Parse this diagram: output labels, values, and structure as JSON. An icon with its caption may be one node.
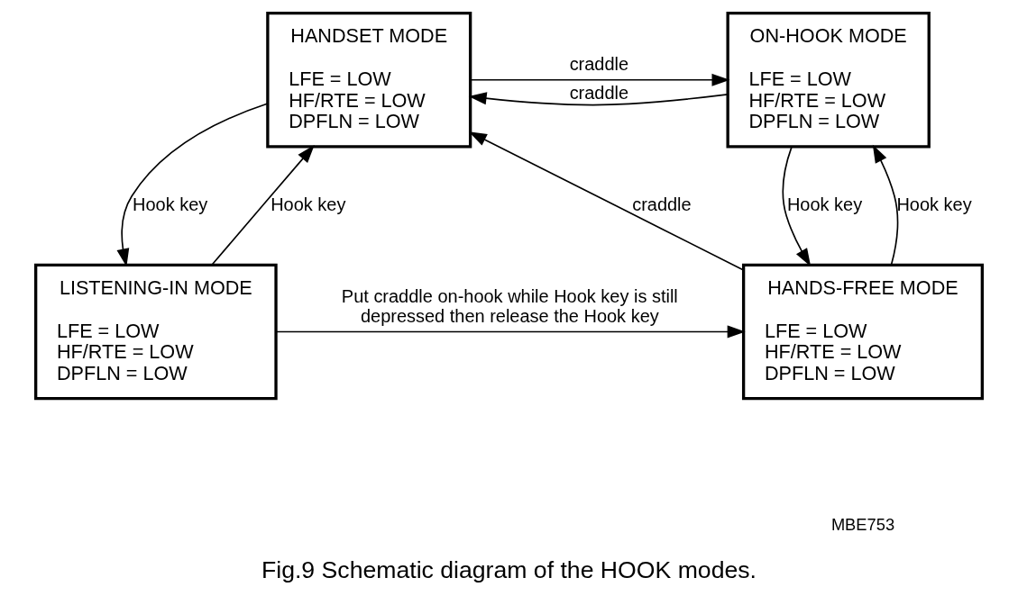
{
  "diagram": {
    "caption": "Fig.9 Schematic diagram of the HOOK modes.",
    "nodes": [
      {
        "text": [
          "HANDSET MODE",
          "LFE = LOW",
          "HF/RTE = LOW",
          "DPFLN = LOW"
        ]
      },
      {
        "text": [
          "ON-HOOK MODE",
          "LFE = LOW",
          "HF/RTE = LOW",
          "DPFLN = LOW"
        ]
      },
      {
        "text": [
          "LISTENING-IN MODE",
          "LFE = LOW",
          "HF/RTE = LOW",
          "DPFLN = LOW"
        ]
      },
      {
        "text": [
          "HANDS-FREE MODE",
          "LFE = LOW",
          "HF/RTE = LOW",
          "DPFLN = LOW"
        ]
      }
    ],
    "edges": [
      {
        "from": 0,
        "to": 1,
        "arrow": "to",
        "label": "craddle"
      },
      {
        "from": 1,
        "to": 0,
        "arrow": "to",
        "label": "craddle"
      },
      {
        "from": 0,
        "to": 2,
        "arrow": "to",
        "label": "Hook key"
      },
      {
        "from": 2,
        "to": 0,
        "arrow": "to",
        "label": "Hook key"
      },
      {
        "from": 3,
        "to": 0,
        "arrow": "to",
        "label": "craddle"
      },
      {
        "from": 3,
        "to": 1,
        "arrow": "to",
        "label": "Hook key"
      },
      {
        "from": 1,
        "to": 3,
        "arrow": "to",
        "label": "Hook key"
      },
      {
        "from": 2,
        "to": 3,
        "arrow": "to",
        "label": "Put craddle on-hook while Hook key is still depressed then release the Hook key"
      }
    ],
    "labels": [
      "MBE753"
    ]
  }
}
